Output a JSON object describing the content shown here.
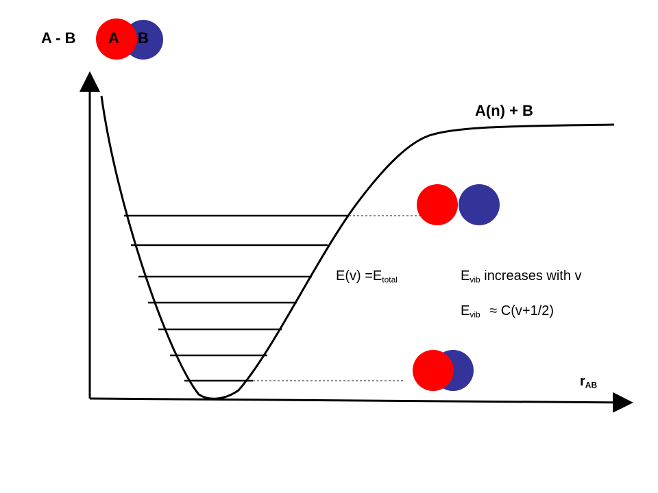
{
  "colors": {
    "atom_a": "#ff0000",
    "atom_b": "#333399",
    "line": "#000000",
    "dashed": "#444444",
    "background": "#ffffff"
  },
  "labels": {
    "molecule": "A - B",
    "atom_a": "A",
    "atom_b": "B",
    "dissociation": "A(n) + B",
    "energy_lhs": "E(v) =E",
    "energy_sub": "total",
    "evib": "E",
    "evib_sub": "vib",
    "evib_increase": " increases with v",
    "evib2": "E",
    "evib2_sub": "vib",
    "approx": "≈",
    "approx_rhs": " C(v+1/2)",
    "axis_r": "r",
    "axis_r_sub": "AB"
  },
  "vibrational_levels": 7
}
